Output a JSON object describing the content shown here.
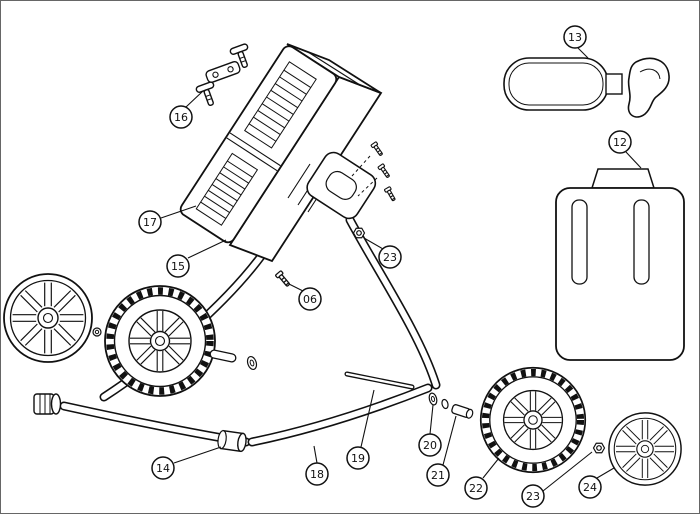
{
  "figure": {
    "background_color": "#ffffff",
    "line_color": "#111111"
  },
  "callouts": [
    {
      "label": "13"
    },
    {
      "label": "16"
    },
    {
      "label": "12"
    },
    {
      "label": "17"
    },
    {
      "label": "23"
    },
    {
      "label": "15"
    },
    {
      "label": "06"
    },
    {
      "label": "14"
    },
    {
      "label": "18"
    },
    {
      "label": "19"
    },
    {
      "label": "20"
    },
    {
      "label": "21"
    },
    {
      "label": "22"
    },
    {
      "label": "23"
    },
    {
      "label": "24"
    }
  ]
}
